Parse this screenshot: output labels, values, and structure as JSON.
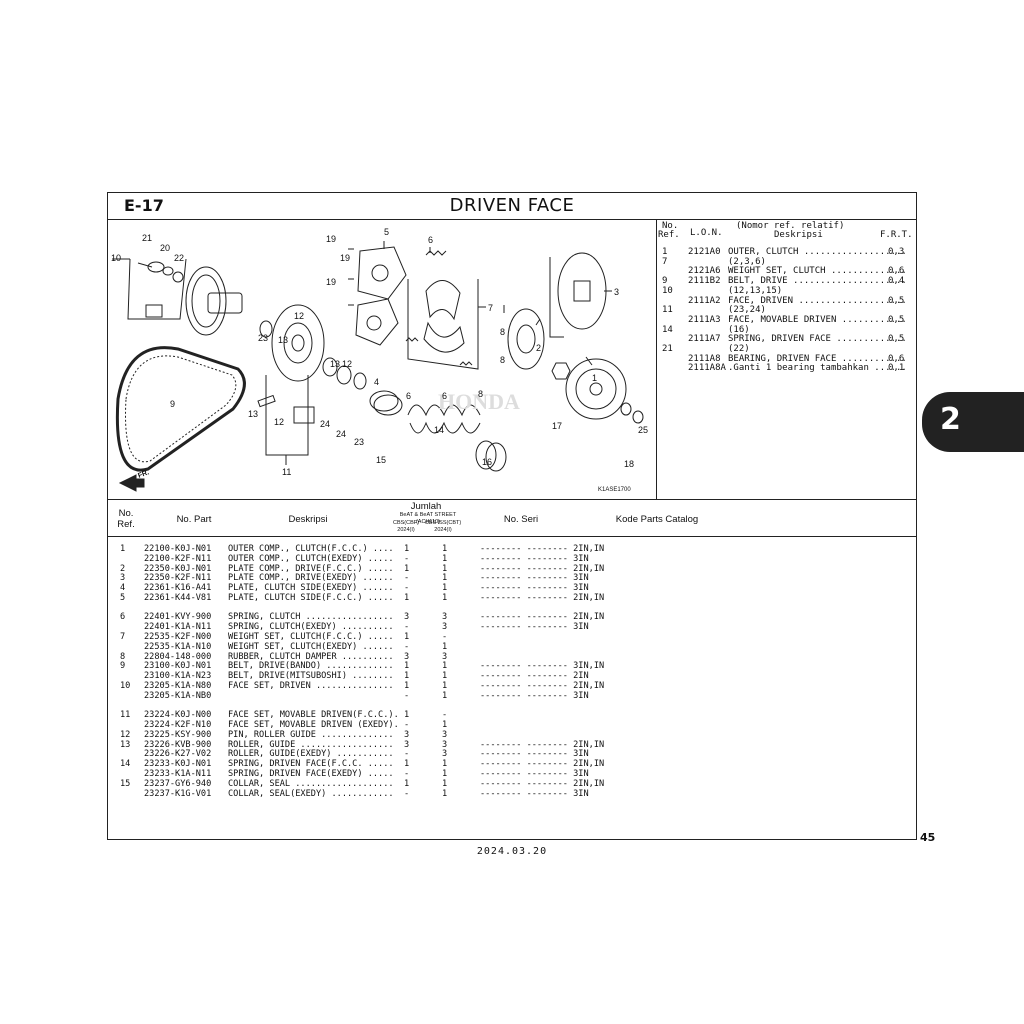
{
  "header": {
    "code": "E-17",
    "title": "DRIVEN FACE"
  },
  "diagram": {
    "labels": [
      "21",
      "20",
      "22",
      "10",
      "19",
      "5",
      "6",
      "19",
      "19",
      "7",
      "3",
      "12",
      "13",
      "23",
      "8",
      "2",
      "1",
      "13",
      "12",
      "8",
      "4",
      "6",
      "6",
      "8",
      "9",
      "13",
      "12",
      "24",
      "24",
      "23",
      "17",
      "15",
      "14",
      "25",
      "18",
      "16",
      "11"
    ],
    "code": "K1ASE1700",
    "front_mark": "FR."
  },
  "ref_header": {
    "no": "No.",
    "ref": "Ref.",
    "lon": "L.O.N.",
    "nomor": "(Nomor ref. relatif)",
    "desc": "Deskripsi",
    "frt": "F.R.T."
  },
  "ref_rows": [
    {
      "ref": "1",
      "lon": "2121A0",
      "desc": "OUTER, CLUTCH ...................",
      "frt": "0,3"
    },
    {
      "ref": "7",
      "lon": "",
      "desc": "(2,3,6)",
      "frt": ""
    },
    {
      "ref": "",
      "lon": "2121A6",
      "desc": "WEIGHT SET, CLUTCH ..............",
      "frt": "0,6"
    },
    {
      "ref": "9",
      "lon": "2111B2",
      "desc": "BELT, DRIVE .....................",
      "frt": "0,4"
    },
    {
      "ref": "10",
      "lon": "",
      "desc": "(12,13,15)",
      "frt": ""
    },
    {
      "ref": "",
      "lon": "2111A2",
      "desc": "FACE, DRIVEN ....................",
      "frt": "0,5"
    },
    {
      "ref": "11",
      "lon": "",
      "desc": "(23,24)",
      "frt": ""
    },
    {
      "ref": "",
      "lon": "2111A3",
      "desc": "FACE, MOVABLE DRIVEN ............",
      "frt": "0,5"
    },
    {
      "ref": "14",
      "lon": "",
      "desc": "(16)",
      "frt": ""
    },
    {
      "ref": "",
      "lon": "2111A7",
      "desc": "SPRING, DRIVEN FACE .............",
      "frt": "0,5"
    },
    {
      "ref": "21",
      "lon": "",
      "desc": "(22)",
      "frt": ""
    },
    {
      "ref": "",
      "lon": "2111A8",
      "desc": "BEARING, DRIVEN FACE ............",
      "frt": "0,6"
    },
    {
      "ref": "",
      "lon": "2111A8A",
      "desc": ".Ganti 1 bearing tambahkan ......",
      "frt": "0,1"
    }
  ],
  "table_header": {
    "no": "No.",
    "ref": "Ref.",
    "part": "No. Part",
    "desc": "Deskripsi",
    "jumlah": "Jumlah",
    "model": "BeAT & BeAT STREET (ACH110)",
    "col1": "CBS(CBF)",
    "col1b": "2024(I)",
    "col2": "CBS ISS(CBT)",
    "col2b": "2024(I)",
    "seri": "No. Seri",
    "catalog": "Kode Parts Catalog"
  },
  "parts": [
    {
      "ref": "1",
      "part": "22100-K0J-N01",
      "desc": "OUTER COMP., CLUTCH(F.C.C.) ....",
      "q1": "1",
      "q2": "1",
      "seri": "-------- -------- 2IN,IN"
    },
    {
      "ref": "",
      "part": "22100-K2F-N11",
      "desc": "OUTER COMP., CLUTCH(EXEDY) .....",
      "q1": "-",
      "q2": "1",
      "seri": "-------- -------- 3IN"
    },
    {
      "ref": "2",
      "part": "22350-K0J-N01",
      "desc": "PLATE COMP., DRIVE(F.C.C.) .....",
      "q1": "1",
      "q2": "1",
      "seri": "-------- -------- 2IN,IN"
    },
    {
      "ref": "3",
      "part": "22350-K2F-N11",
      "desc": "PLATE COMP., DRIVE(EXEDY) ......",
      "q1": "-",
      "q2": "1",
      "seri": "-------- -------- 3IN"
    },
    {
      "ref": "4",
      "part": "22361-K16-A41",
      "desc": "PLATE, CLUTCH SIDE(EXEDY) ......",
      "q1": "-",
      "q2": "1",
      "seri": "-------- -------- 3IN"
    },
    {
      "ref": "5",
      "part": "22361-K44-V81",
      "desc": "PLATE, CLUTCH SIDE(F.C.C.) .....",
      "q1": "1",
      "q2": "1",
      "seri": "-------- -------- 2IN,IN"
    },
    {
      "gap": true
    },
    {
      "ref": "6",
      "part": "22401-KVY-900",
      "desc": "SPRING, CLUTCH .................",
      "q1": "3",
      "q2": "3",
      "seri": "-------- -------- 2IN,IN"
    },
    {
      "ref": "",
      "part": "22401-K1A-N11",
      "desc": "SPRING, CLUTCH(EXEDY) ..........",
      "q1": "-",
      "q2": "3",
      "seri": "-------- -------- 3IN"
    },
    {
      "ref": "7",
      "part": "22535-K2F-N00",
      "desc": "WEIGHT SET, CLUTCH(F.C.C.) .....",
      "q1": "1",
      "q2": "-",
      "seri": ""
    },
    {
      "ref": "",
      "part": "22535-K1A-N10",
      "desc": "WEIGHT SET, CLUTCH(EXEDY) ......",
      "q1": "-",
      "q2": "1",
      "seri": ""
    },
    {
      "ref": "8",
      "part": "22804-148-000",
      "desc": "RUBBER, CLUTCH DAMPER ..........",
      "q1": "3",
      "q2": "3",
      "seri": ""
    },
    {
      "ref": "9",
      "part": "23100-K0J-N01",
      "desc": "BELT, DRIVE(BANDO) .............",
      "q1": "1",
      "q2": "1",
      "seri": "-------- -------- 3IN,IN"
    },
    {
      "ref": "",
      "part": "23100-K1A-N23",
      "desc": "BELT, DRIVE(MITSUBOSHI) ........",
      "q1": "1",
      "q2": "1",
      "seri": "-------- -------- 2IN"
    },
    {
      "ref": "10",
      "part": "23205-K1A-N80",
      "desc": "FACE SET, DRIVEN ...............",
      "q1": "1",
      "q2": "1",
      "seri": "-------- -------- 2IN,IN"
    },
    {
      "ref": "",
      "part": "23205-K1A-NB0",
      "desc": "",
      "q1": "-",
      "q2": "1",
      "seri": "-------- -------- 3IN"
    },
    {
      "gap": true
    },
    {
      "ref": "11",
      "part": "23224-K0J-N00",
      "desc": "FACE SET, MOVABLE DRIVEN(F.C.C.).",
      "q1": "1",
      "q2": "-",
      "seri": ""
    },
    {
      "ref": "",
      "part": "23224-K2F-N10",
      "desc": "FACE SET, MOVABLE DRIVEN (EXEDY).",
      "q1": "-",
      "q2": "1",
      "seri": ""
    },
    {
      "ref": "12",
      "part": "23225-KSY-900",
      "desc": "PIN, ROLLER GUIDE ..............",
      "q1": "3",
      "q2": "3",
      "seri": ""
    },
    {
      "ref": "13",
      "part": "23226-KVB-900",
      "desc": "ROLLER, GUIDE ..................",
      "q1": "3",
      "q2": "3",
      "seri": "-------- -------- 2IN,IN"
    },
    {
      "ref": "",
      "part": "23226-K27-V02",
      "desc": "ROLLER, GUIDE(EXEDY) ...........",
      "q1": "-",
      "q2": "3",
      "seri": "-------- -------- 3IN"
    },
    {
      "ref": "14",
      "part": "23233-K0J-N01",
      "desc": "SPRING, DRIVEN FACE(F.C.C. .....",
      "q1": "1",
      "q2": "1",
      "seri": "-------- -------- 2IN,IN"
    },
    {
      "ref": "",
      "part": "23233-K1A-N11",
      "desc": "SPRING, DRIVEN FACE(EXEDY) .....",
      "q1": "-",
      "q2": "1",
      "seri": "-------- -------- 3IN"
    },
    {
      "ref": "15",
      "part": "23237-GY6-940",
      "desc": "COLLAR, SEAL ...................",
      "q1": "1",
      "q2": "1",
      "seri": "-------- -------- 2IN,IN"
    },
    {
      "ref": "",
      "part": "23237-K1G-V01",
      "desc": "COLLAR, SEAL(EXEDY) ............",
      "q1": "-",
      "q2": "1",
      "seri": "-------- -------- 3IN"
    }
  ],
  "side_tab": "2",
  "page_number": "45",
  "date": "2024.03.20"
}
